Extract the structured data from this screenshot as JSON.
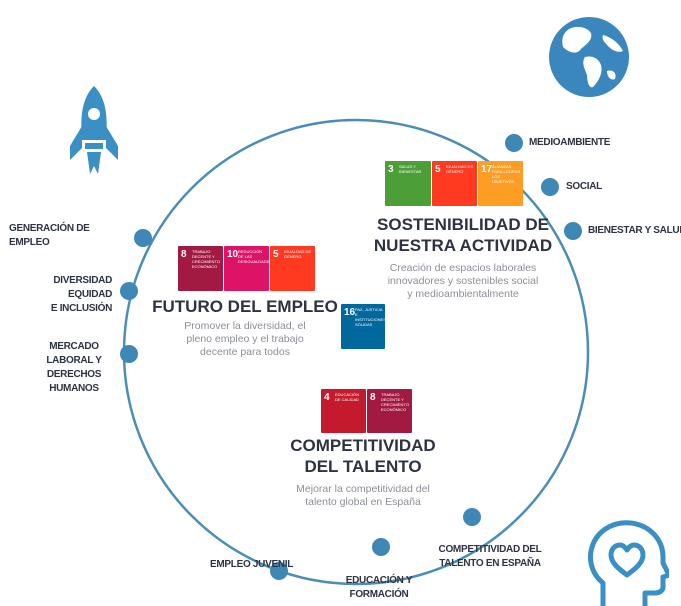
{
  "colors": {
    "circle": "#4b8eb5",
    "node": "#3f88b5",
    "text_dark": "#2d3340",
    "text_grey": "#8b8f96",
    "icon_blue": "#3a90c5",
    "globe_land": "#ffffff"
  },
  "icons": [
    "rocket-icon",
    "globe-icon",
    "head-heart-icon"
  ],
  "nodes": [
    {
      "id": "medioambiente",
      "label": "MEDIOAMBIENTE"
    },
    {
      "id": "social",
      "label": "SOCIAL"
    },
    {
      "id": "bienestar",
      "label": "BIENESTAR Y SALUD"
    },
    {
      "id": "generacion",
      "label": "GENERACIÓN DE EMPLEO"
    },
    {
      "id": "diversidad",
      "label": "DIVERSIDAD EQUIDAD E INCLUSIÓN"
    },
    {
      "id": "mercado",
      "label": "MERCADO LABORAL Y DERECHOS HUMANOS"
    },
    {
      "id": "juvenil",
      "label": "EMPLEO JUVENIL"
    },
    {
      "id": "educacion",
      "label": "EDUCACIÓN Y FORMACIÓN"
    },
    {
      "id": "competitividad",
      "label": "COMPETITIVIDAD DEL TALENTO EN ESPAÑA"
    }
  ],
  "sections": {
    "sostenibilidad": {
      "title_line1": "SOSTENIBILIDAD DE",
      "title_line2": "NUESTRA ACTIVIDAD",
      "desc_line1": "Creación de espacios laborales",
      "desc_line2": "innovadores y sostenibles social",
      "desc_line3": "y medioambientalmente"
    },
    "futuro": {
      "title": "FUTURO DEL EMPLEO",
      "desc_line1": "Promover la diversidad, el",
      "desc_line2": "pleno empleo y el trabajo",
      "desc_line3": "decente para todos"
    },
    "talento": {
      "title_line1": "COMPETITIVIDAD",
      "title_line2": "DEL TALENTO",
      "desc_line1": "Mejorar la competitividad del",
      "desc_line2": "talento global en España"
    }
  },
  "sdgs": [
    {
      "id": "sdg3-a",
      "number": "3",
      "title": "SALUD Y BIENESTAR",
      "color": "#4c9f38"
    },
    {
      "id": "sdg5-a",
      "number": "5",
      "title": "IGUALDAD DE GÉNERO",
      "color": "#ff3a21"
    },
    {
      "id": "sdg17-a",
      "number": "17",
      "title": "ALIANZAS PARA LOGRAR LOS OBJETIVOS",
      "color": "#fd9d24"
    },
    {
      "id": "sdg8",
      "number": "8",
      "title": "TRABAJO DECENTE Y CRECIMIENTO ECONÓMICO",
      "color": "#a21942"
    },
    {
      "id": "sdg10",
      "number": "10",
      "title": "REDUCCIÓN DE LAS DESIGUALDADES",
      "color": "#dd1367"
    },
    {
      "id": "sdg5-b",
      "number": "5",
      "title": "IGUALDAD DE GÉNERO",
      "color": "#ff3a21"
    },
    {
      "id": "sdg16",
      "number": "16",
      "title": "PAZ, JUSTICIA E INSTITUCIONES SÓLIDAS",
      "color": "#00689d"
    },
    {
      "id": "sdg4",
      "number": "4",
      "title": "EDUCACIÓN DE CALIDAD",
      "color": "#c5192d"
    },
    {
      "id": "sdg8-b",
      "number": "8",
      "title": "TRABAJO DECENTE Y CRECIMIENTO ECONÓMICO",
      "color": "#a21942"
    }
  ]
}
